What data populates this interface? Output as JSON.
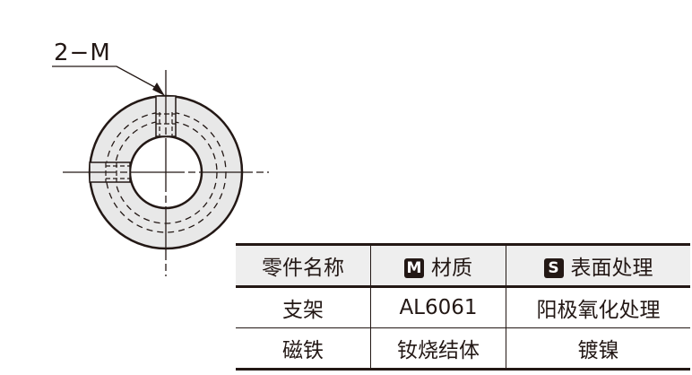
{
  "drawing": {
    "label": "2−M",
    "fill_color": "#e8e8e8",
    "line_color": "#231815"
  },
  "table": {
    "headers": [
      {
        "text": "零件名称"
      },
      {
        "badge": "M",
        "text": "材质"
      },
      {
        "badge": "S",
        "text": "表面处理"
      }
    ],
    "rows": [
      [
        "支架",
        "AL6061",
        "阳极氧化处理"
      ],
      [
        "磁铁",
        "钕烧结体",
        "镀镍"
      ]
    ]
  }
}
